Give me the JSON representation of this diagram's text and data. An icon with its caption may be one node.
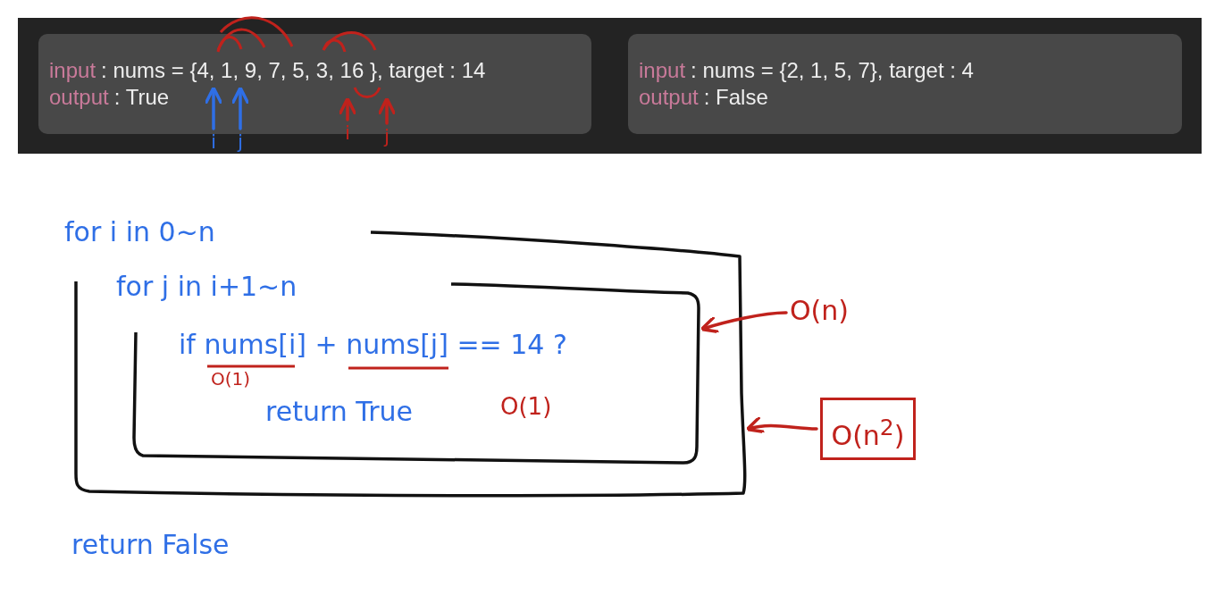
{
  "diagram": {
    "nodes": [
      {
        "text": [
          "input",
          ": nums = {4, 1, 9, 7, 5, 3, 16 }, target : 14",
          "output",
          ": True"
        ]
      },
      {
        "text": [
          "i"
        ]
      },
      {
        "text": [
          "j"
        ]
      },
      {
        "text": [
          "i"
        ]
      },
      {
        "text": [
          "j"
        ]
      },
      {
        "text": [
          "input",
          ": nums = {2, 1, 5, 7}, target : 4",
          "output",
          ": False"
        ]
      },
      {
        "text": [
          "for i in 0~n"
        ]
      },
      {
        "text": [
          "for j in i+1~n",
          "if nums[i] + nums[j] == 14 ?",
          "return True"
        ],
        "in": 6
      },
      {
        "text": [
          "O(n)"
        ]
      },
      {
        "text": [
          "O(n$^{2}$)"
        ]
      }
    ],
    "edges": [
      {
        "from": 1,
        "to": 0,
        "arrow": "to",
        "color": "#2f6fe6"
      },
      {
        "from": 2,
        "to": 0,
        "arrow": "to",
        "color": "#2f6fe6"
      },
      {
        "from": 3,
        "to": 0,
        "arrow": "to",
        "color": "#c0221c"
      },
      {
        "from": 4,
        "to": 0,
        "arrow": "to",
        "color": "#c0221c"
      },
      {
        "from": 8,
        "to": 7,
        "arrow": "to",
        "color": "#c0221c"
      },
      {
        "from": 9,
        "to": 6,
        "arrow": "to",
        "color": "#c0221c"
      }
    ],
    "labels": [
      "O(1)",
      "O(1)",
      "return False"
    ]
  }
}
